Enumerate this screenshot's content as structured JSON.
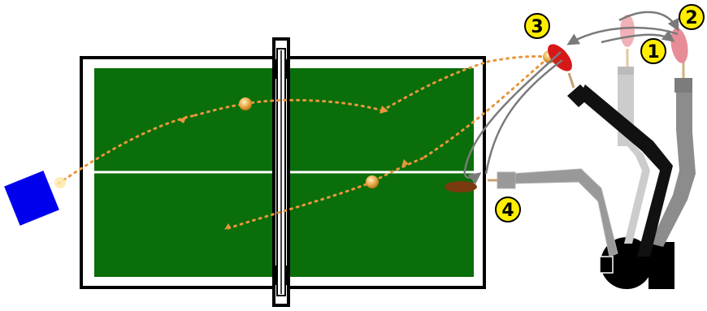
{
  "diagram": {
    "colors": {
      "table_surface": "#0a6e0a",
      "table_border": "#000000",
      "center_line": "#ffffff",
      "launcher": "#0000ee",
      "ball": "#e8a040",
      "trajectory": "#e8963c",
      "paddle_red": "#d81818",
      "paddle_pink": "#f0a0a8",
      "paddle_brown": "#7a3a10",
      "arm_dark": "#111111",
      "arm_mid": "#888888",
      "arm_light": "#c8c8c8",
      "motion_arrow": "#7a7a7a",
      "step_badge": "#ffee00"
    },
    "steps": [
      {
        "id": "1",
        "label": "1"
      },
      {
        "id": "2",
        "label": "2"
      },
      {
        "id": "3",
        "label": "3"
      },
      {
        "id": "4",
        "label": "4"
      }
    ]
  }
}
